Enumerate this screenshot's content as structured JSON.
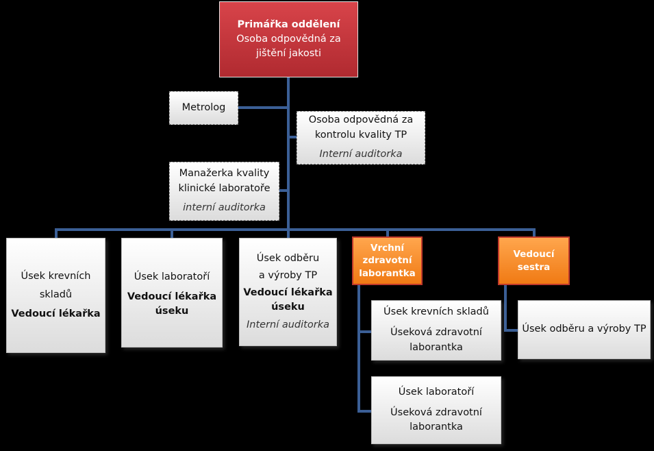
{
  "top": {
    "line1": "Primářka oddělení",
    "line2": "Osoba odpovědná za",
    "line3": "jištění  jakosti"
  },
  "metrolog": {
    "label": "Metrolog"
  },
  "qc": {
    "line1": "Osoba odpovědná za",
    "line2": "kontrolu kvality TP",
    "role": "Interní auditorka"
  },
  "qm": {
    "line1": "Manažerka kvality",
    "line2": "klinické laboratoře",
    "role": "interní auditorka"
  },
  "units": [
    {
      "title1": "Úsek krevních",
      "title2": "skladů",
      "head": "Vedoucí lékařka"
    },
    {
      "title1": "Úsek laboratoří",
      "head1": "Vedoucí lékařka",
      "head2": "úseku"
    },
    {
      "title1": "Úsek  odběru",
      "title2": "a výroby TP",
      "head1": "Vedoucí lékařka",
      "head2": "úseku",
      "role": "Interní auditorka"
    }
  ],
  "chief_lab": {
    "line1": "Vrchní",
    "line2": "zdravotní",
    "line3": "laborantka"
  },
  "head_nurse": {
    "line1": "Vedoucí",
    "line2": "sestra"
  },
  "sub_units": [
    {
      "title": "Úsek krevních skladů",
      "role1": "Úseková zdravotní",
      "role2": "laborantka"
    },
    {
      "title": "Úsek laboratoří",
      "role1": "Úseková zdravotní",
      "role2": "laborantka"
    },
    {
      "title": "Úsek odběru a výroby TP"
    }
  ],
  "colors": {
    "connector": "#3b5f96",
    "top_box": "#c0353b",
    "accent_box": "#f5891f",
    "background": "#000000"
  }
}
